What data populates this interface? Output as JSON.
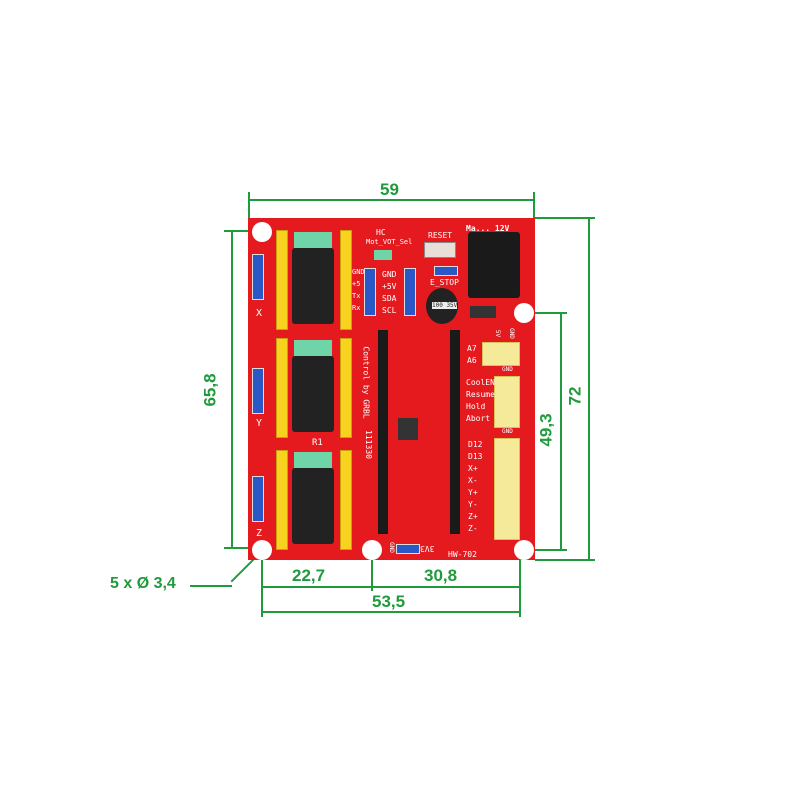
{
  "dimensions": {
    "overall_width": "59",
    "hole_height_left": "65,8",
    "overall_height": "72",
    "hole_height_right": "49,3",
    "hole_offset_left": "22,7",
    "hole_offset_right": "30,8",
    "hole_span_width": "53,5",
    "holes": "5 x Ø 3,4"
  },
  "board_labels": {
    "hc": "HC",
    "mot_sel": "Mot_VOT_Sel",
    "reset": "RESET",
    "power": "Ma... 12V",
    "estop": "E_STOP",
    "i2c": [
      "GND",
      "+5V",
      "SDA",
      "SCL"
    ],
    "uart": [
      "GND",
      "+5",
      "Tx",
      "Rx"
    ],
    "cap": "100 35V",
    "axes": [
      "X",
      "Y",
      "Z"
    ],
    "r1": "R1",
    "control": "Control by GRBL",
    "code": "111330",
    "analog": [
      "A7",
      "A6"
    ],
    "analog_head": [
      "5V",
      "GND"
    ],
    "gnd": "GND",
    "control_pins": [
      "CoolEN",
      "Resume",
      "Hold",
      "Abort"
    ],
    "io_pins": [
      "D12",
      "D13",
      "X+",
      "X-",
      "Y+",
      "Y-",
      "Z+",
      "Z-"
    ],
    "model": "HW-702",
    "v33": "3V3",
    "gnd_bottom": "GND"
  },
  "colors": {
    "board": "#e41a1f",
    "dimension": "#1f9a3c"
  }
}
